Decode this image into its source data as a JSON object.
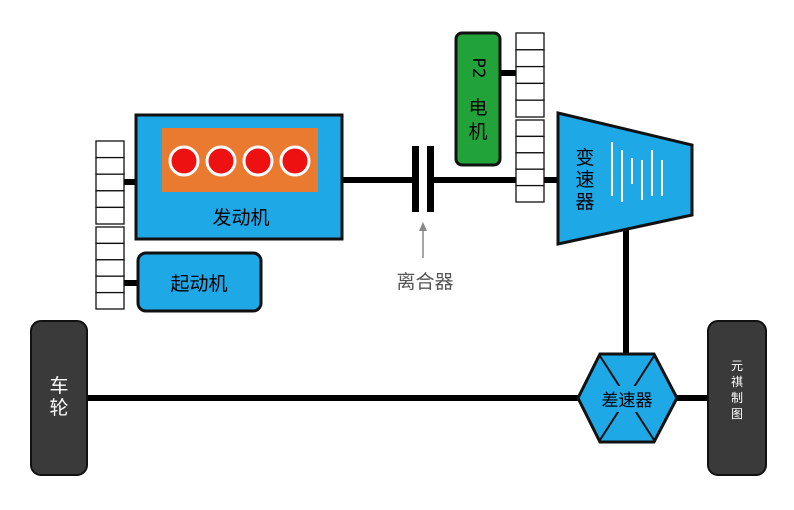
{
  "colors": {
    "blue": "#1ea8e6",
    "orange": "#e97a2f",
    "red": "#ee1111",
    "green": "#22a33a",
    "dark": "#3a3a3a",
    "line": "#000000"
  },
  "engine": {
    "label": "发动机",
    "cylinders": 4
  },
  "starter": {
    "label": "起动机"
  },
  "clutch": {
    "label": "离合器"
  },
  "motor": {
    "label_top": "P2",
    "label_bottom": "电机"
  },
  "transmission": {
    "label": "变速器"
  },
  "differential": {
    "label": "差速器"
  },
  "wheel_left": {
    "label": "车轮"
  },
  "wheel_right": {
    "label": "元祺制图"
  }
}
